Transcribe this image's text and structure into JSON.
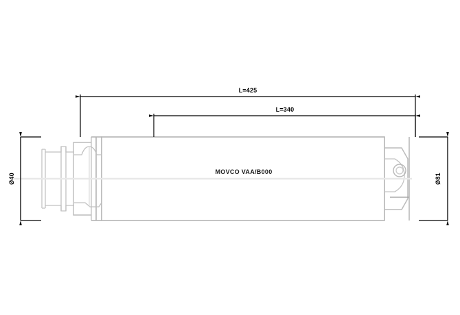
{
  "drawing": {
    "title": "Cylindrical actuator side elevation",
    "background_color": "#ffffff",
    "line_color_outline": "#b4b4b4",
    "line_color_dimension": "#000000",
    "line_color_centerline": "#e8e8e8",
    "dimensions": {
      "overall_length": {
        "name": "overall-length-dimension",
        "label": "L=425"
      },
      "stroke_length": {
        "name": "stroke-length-dimension",
        "label": "L=340"
      },
      "left_diameter": {
        "name": "left-diameter-dimension",
        "label": "Ø40"
      },
      "right_diameter": {
        "name": "right-diameter-dimension",
        "label": "Ø81"
      }
    },
    "body_label": {
      "name": "part-designation-label",
      "text": "MOVCO VAA/B000"
    }
  }
}
